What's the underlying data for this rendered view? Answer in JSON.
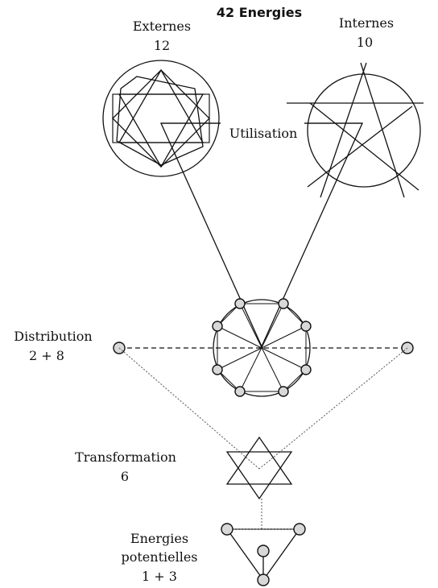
{
  "title": "42 Energies",
  "externes": {
    "label": "Externes",
    "count": "12"
  },
  "internes": {
    "label": "Internes",
    "count": "10"
  },
  "utilisation": {
    "label": "Utilisation"
  },
  "distribution": {
    "label": "Distribution",
    "count": "2 + 8"
  },
  "transformation": {
    "label": "Transformation",
    "count": "6"
  },
  "potentielles": {
    "label_line1": "Energies",
    "label_line2": "potentielles",
    "count": "1 + 3"
  }
}
